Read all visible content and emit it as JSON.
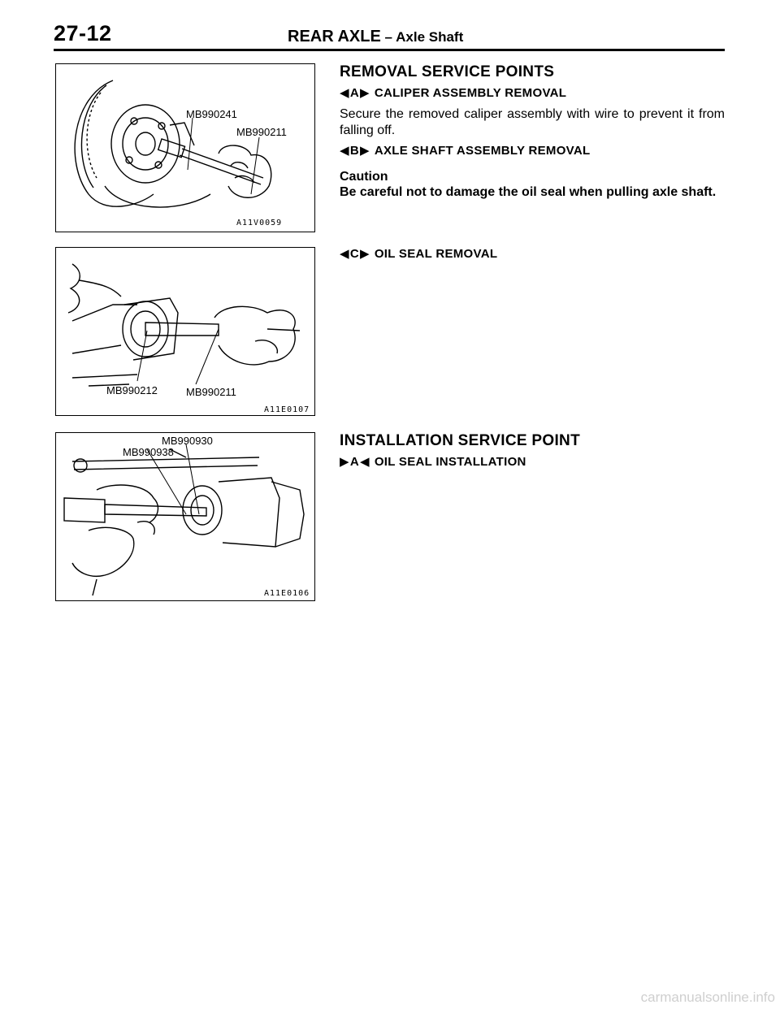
{
  "header": {
    "page_number": "27-12",
    "title": "REAR AXLE",
    "dash": " – ",
    "subtitle": "Axle Shaft"
  },
  "figures": [
    {
      "labels": [
        "MB990241",
        "MB990211"
      ],
      "code": "A11V0059"
    },
    {
      "labels": [
        "MB990212",
        "MB990211"
      ],
      "code": "A11E0107"
    },
    {
      "labels": [
        "MB990930",
        "MB990938"
      ],
      "code": "A11E0106"
    }
  ],
  "removal": {
    "heading": "REMOVAL SERVICE POINTS",
    "a": {
      "code": "A",
      "label": "CALIPER ASSEMBLY REMOVAL",
      "text": "Secure the removed caliper assembly with wire to prevent it from falling off."
    },
    "b": {
      "code": "B",
      "label": "AXLE SHAFT ASSEMBLY REMOVAL",
      "caution_heading": "Caution",
      "caution_text": "Be careful not to damage the oil seal when pulling axle shaft."
    },
    "c": {
      "code": "C",
      "label": "OIL SEAL REMOVAL"
    }
  },
  "installation": {
    "heading": "INSTALLATION SERVICE POINT",
    "a": {
      "code": "A",
      "label": "OIL SEAL INSTALLATION"
    }
  },
  "watermark": "carmanualsonline.info"
}
